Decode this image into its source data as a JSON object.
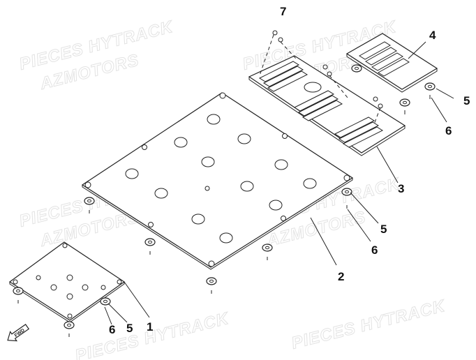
{
  "watermark": {
    "line1": "PIECES HYTRACK",
    "line2": "AZMOTORS"
  },
  "fwd_label": "FWD",
  "callouts": [
    {
      "id": "1",
      "label": "1"
    },
    {
      "id": "2",
      "label": "2"
    },
    {
      "id": "3",
      "label": "3"
    },
    {
      "id": "4",
      "label": "4"
    },
    {
      "id": "5a",
      "label": "5"
    },
    {
      "id": "5b",
      "label": "5"
    },
    {
      "id": "5c",
      "label": "5"
    },
    {
      "id": "6a",
      "label": "6"
    },
    {
      "id": "6b",
      "label": "6"
    },
    {
      "id": "6c",
      "label": "6"
    },
    {
      "id": "7",
      "label": "7"
    }
  ],
  "colors": {
    "line": "#222222",
    "background": "#ffffff",
    "watermark": "#e3e3e3"
  }
}
